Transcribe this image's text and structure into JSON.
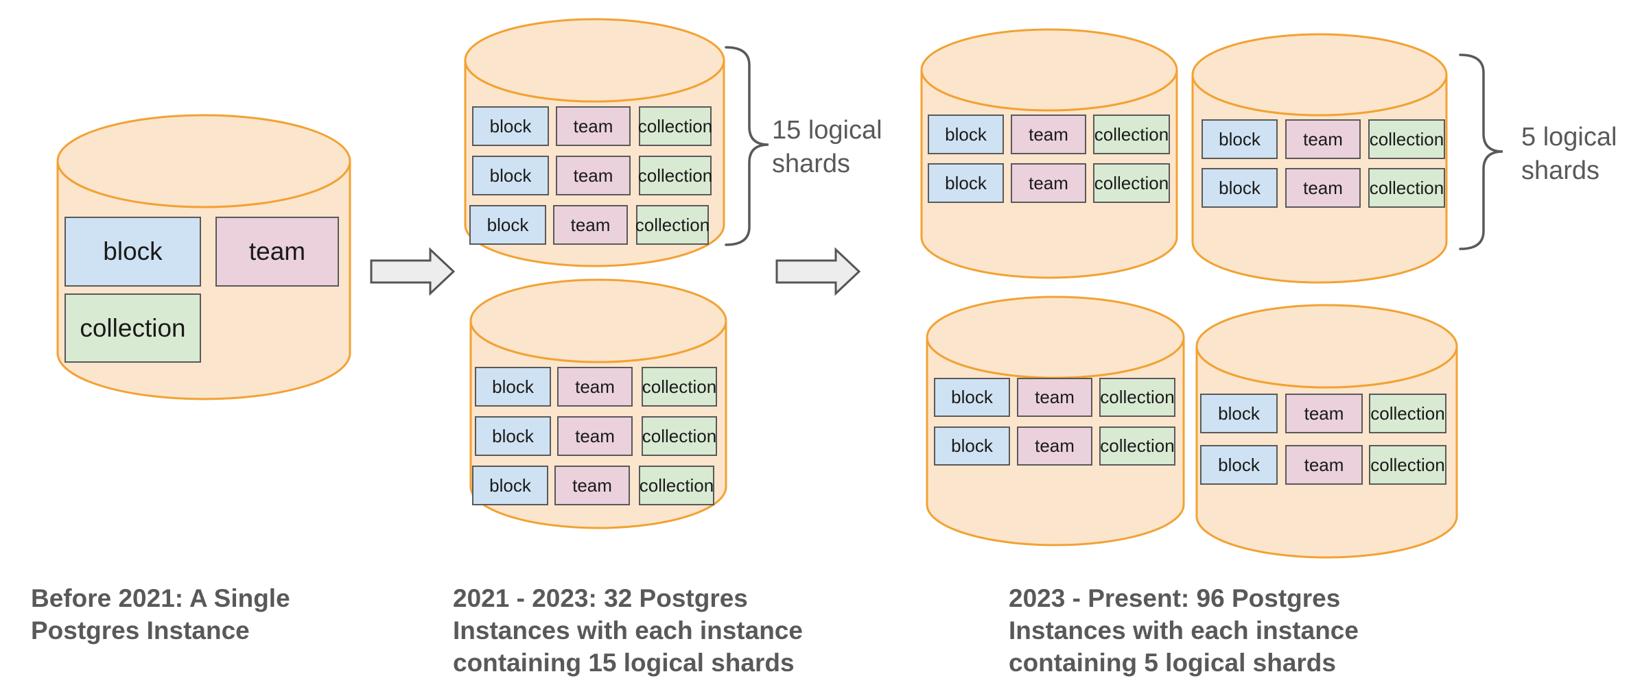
{
  "stages": [
    {
      "id": "before-2021",
      "caption_lines": [
        "Before 2021: A Single",
        "Postgres Instance"
      ],
      "cylinders": [
        {
          "rows": [
            [
              "block",
              "team"
            ],
            [
              "collection"
            ]
          ]
        }
      ]
    },
    {
      "id": "2021-2023",
      "caption_lines": [
        "2021 - 2023: 32 Postgres",
        "Instances with each instance",
        "containing 15 logical shards"
      ],
      "shard_label_lines": [
        "15 logical",
        "shards"
      ],
      "cylinders": [
        {
          "rows": [
            [
              "block",
              "team",
              "collection"
            ],
            [
              "block",
              "team",
              "collection"
            ],
            [
              "block",
              "team",
              "collection"
            ]
          ]
        },
        {
          "rows": [
            [
              "block",
              "team",
              "collection"
            ],
            [
              "block",
              "team",
              "collection"
            ],
            [
              "block",
              "team",
              "collection"
            ]
          ]
        }
      ]
    },
    {
      "id": "2023-present",
      "caption_lines": [
        "2023 - Present: 96 Postgres",
        "Instances with each instance",
        "containing 5 logical shards"
      ],
      "shard_label_lines": [
        "5 logical",
        "shards"
      ],
      "cylinders": [
        {
          "rows": [
            [
              "block",
              "team",
              "collection"
            ],
            [
              "block",
              "team",
              "collection"
            ]
          ]
        },
        {
          "rows": [
            [
              "block",
              "team",
              "collection"
            ],
            [
              "block",
              "team",
              "collection"
            ]
          ]
        },
        {
          "rows": [
            [
              "block",
              "team",
              "collection"
            ],
            [
              "block",
              "team",
              "collection"
            ]
          ]
        },
        {
          "rows": [
            [
              "block",
              "team",
              "collection"
            ],
            [
              "block",
              "team",
              "collection"
            ]
          ]
        }
      ]
    }
  ],
  "colors": {
    "cylinder_fill": "#fce5cd",
    "cylinder_stroke": "#f2a232",
    "block_fill": "#cfe2f3",
    "team_fill": "#ead1dc",
    "collection_fill": "#d9ead3",
    "box_border": "#595959",
    "box_text": "#1a1a1a",
    "arrow_fill": "#ededed",
    "arrow_stroke": "#555555",
    "brace_stroke": "#595959",
    "caption_color": "#595959"
  }
}
